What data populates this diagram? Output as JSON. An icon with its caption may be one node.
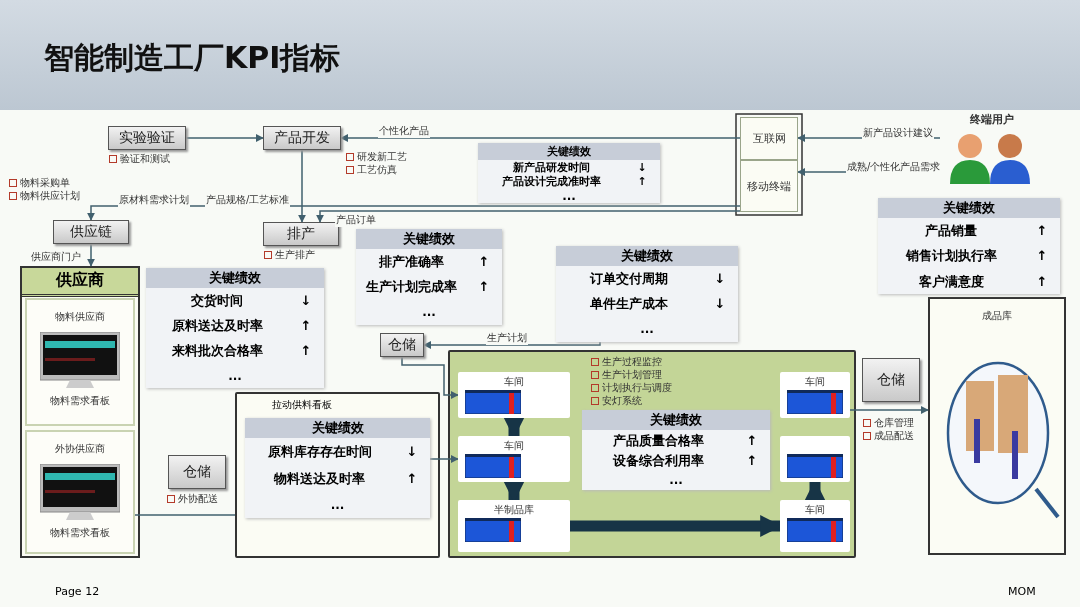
{
  "diagram": {
    "title": "智能制造工厂KPI指标",
    "nodes": [
      {
        "text": [
          "实验验证"
        ],
        "beside": [
          "验证和测试"
        ]
      },
      {
        "text": [
          "产品开发"
        ],
        "beside": [
          "研发新工艺",
          "工艺仿真"
        ]
      },
      {
        "text": [
          "互联网"
        ]
      },
      {
        "text": [
          "移动终端"
        ]
      },
      {
        "text": [
          "终端用户"
        ]
      },
      {
        "text": [
          "关键绩效",
          "新产品研发时间",
          "↓",
          "产品设计完成准时率",
          "↑",
          "..."
        ]
      },
      {
        "text": [
          "供应链"
        ],
        "beside": [
          "物料采购单",
          "物料供应计划"
        ]
      },
      {
        "text": [
          "排产"
        ],
        "beside": [
          "生产排产"
        ]
      },
      {
        "text": [
          "关键绩效",
          "产品销量",
          "↑",
          "销售计划执行率",
          "↑",
          "客户满意度",
          "↑"
        ]
      },
      {
        "text": [
          "关键绩效",
          "排产准确率",
          "↑",
          "生产计划完成率",
          "↑",
          "..."
        ]
      },
      {
        "text": [
          "关键绩效",
          "订单交付周期",
          "↓",
          "单件生产成本",
          "↓",
          "..."
        ]
      },
      {
        "text": [
          "供应商"
        ]
      },
      {
        "text": [
          "关键绩效",
          "交货时间",
          "↓",
          "原料送达及时率",
          "↑",
          "来料批次合格率",
          "↑",
          "..."
        ]
      },
      {
        "text": [
          "物料供应商",
          "物料需求看板"
        ],
        "in": 11
      },
      {
        "text": [
          "外协供应商",
          "物料需求看板"
        ],
        "in": 11
      },
      {
        "text": [
          "仓储"
        ],
        "beside": [
          "外协配送"
        ]
      },
      {
        "text": [],
        "shape": "box"
      },
      {
        "text": [
          "关键绩效",
          "原料库存存在时间",
          "↓",
          "物料送达及时率",
          "↑",
          "..."
        ],
        "in": 16
      },
      {
        "text": [
          "仓储"
        ]
      },
      {
        "text": [],
        "shape": "box"
      },
      {
        "text": [
          "车间"
        ],
        "in": 19
      },
      {
        "text": [
          "车间"
        ],
        "in": 19
      },
      {
        "text": [
          "半制品库"
        ],
        "in": 19
      },
      {
        "text": [
          "车间"
        ],
        "in": 19
      },
      {
        "text": [],
        "shape": "box",
        "in": 19
      },
      {
        "text": [
          "车间"
        ],
        "in": 19
      },
      {
        "text": [
          "关键绩效",
          "产品质量合格率",
          "↑",
          "设备综合利用率",
          "↑",
          "..."
        ],
        "in": 19
      },
      {
        "text": [
          "仓储"
        ],
        "beside": [
          "仓库管理",
          "成品配送"
        ]
      },
      {
        "text": [
          "成品库"
        ]
      }
    ],
    "edges": [
      {
        "from": 0,
        "to": 1,
        "arrow": "to"
      },
      {
        "from": 2,
        "to": 1,
        "arrow": "to",
        "label": "个性化产品"
      },
      {
        "from": 4,
        "to": 2,
        "arrow": "to",
        "label": "新产品设计建议"
      },
      {
        "from": 4,
        "to": 3,
        "arrow": "to",
        "label": "成熟/个性化产品需求"
      },
      {
        "from": 3,
        "to": 6,
        "arrow": "to",
        "label": "原材料需求计划"
      },
      {
        "from": 1,
        "to": 7,
        "arrow": "to",
        "label": "产品规格/工艺标准"
      },
      {
        "from": 3,
        "to": 7,
        "arrow": "to",
        "label": "产品订单"
      },
      {
        "from": 6,
        "to": 11,
        "arrow": "to",
        "label": "供应商门户"
      },
      {
        "from": 10,
        "to": 18,
        "arrow": "to",
        "label": "生产计划"
      },
      {
        "from": 18,
        "to": 20,
        "arrow": "to"
      },
      {
        "from": 17,
        "to": 21,
        "arrow": "to"
      },
      {
        "from": 16,
        "to": 14,
        "arrow": "none"
      },
      {
        "from": 20,
        "to": 21,
        "arrow": "to",
        "style": "thick",
        "color": "#173446"
      },
      {
        "from": 21,
        "to": 22,
        "arrow": "to",
        "style": "thick",
        "color": "#173446"
      },
      {
        "from": 22,
        "to": 25,
        "arrow": "to",
        "style": "thick",
        "color": "#173446"
      },
      {
        "from": 25,
        "to": 24,
        "arrow": "to",
        "style": "thick",
        "color": "#173446"
      },
      {
        "from": 23,
        "to": 28,
        "arrow": "to"
      }
    ],
    "labels": [
      "拉动供料看板",
      "生产过程监控",
      "生产计划管理",
      "计划执行与调度",
      "安灯系统",
      "Page 12",
      "MOM"
    ]
  }
}
